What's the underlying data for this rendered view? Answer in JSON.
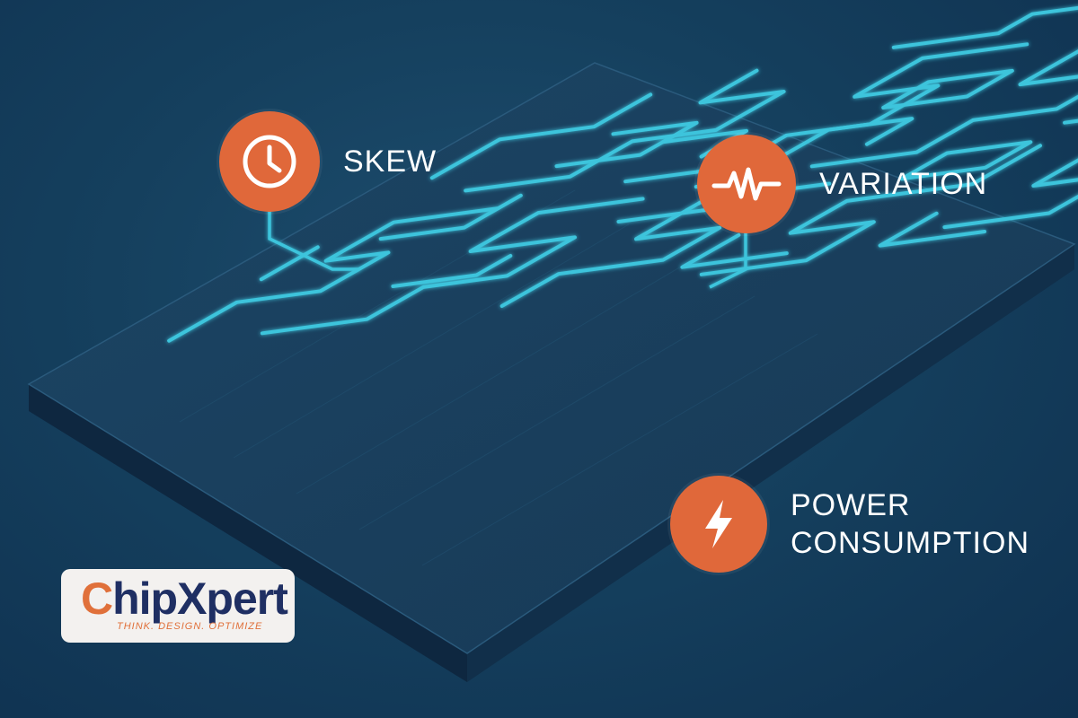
{
  "callouts": {
    "skew": {
      "label": "SKEW",
      "icon": "clock-icon"
    },
    "variation": {
      "label": "VARIATION",
      "icon": "waveform-icon"
    },
    "power": {
      "label_line1": "POWER",
      "label_line2": "CONSUMPTION",
      "icon": "lightning-bolt-icon"
    }
  },
  "logo": {
    "first_letter": "C",
    "rest": "hipXpert",
    "tagline": "THINK. DESIGN. OPTIMIZE"
  },
  "colors": {
    "background": "#15405e",
    "board_top": "#1a3e5c",
    "board_side": "#102a42",
    "trace": "#3cc4dc",
    "accent": "#e0683a"
  }
}
